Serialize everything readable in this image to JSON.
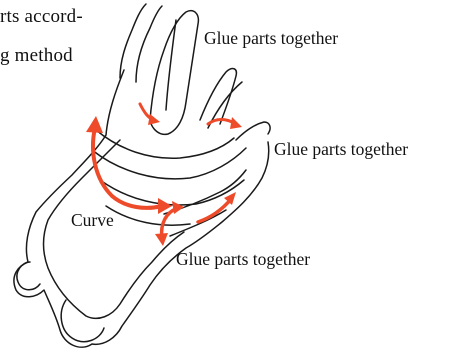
{
  "text_fragments": {
    "line1": "rts accord-",
    "line2": "g method"
  },
  "labels": {
    "glue_top": "Glue parts together",
    "glue_right": "Glue parts together",
    "glue_bottom": "Glue parts together",
    "curve": "Curve"
  },
  "colors": {
    "arrow": "#ee4b2b",
    "outline": "#1a1a1a",
    "background": "#ffffff"
  }
}
